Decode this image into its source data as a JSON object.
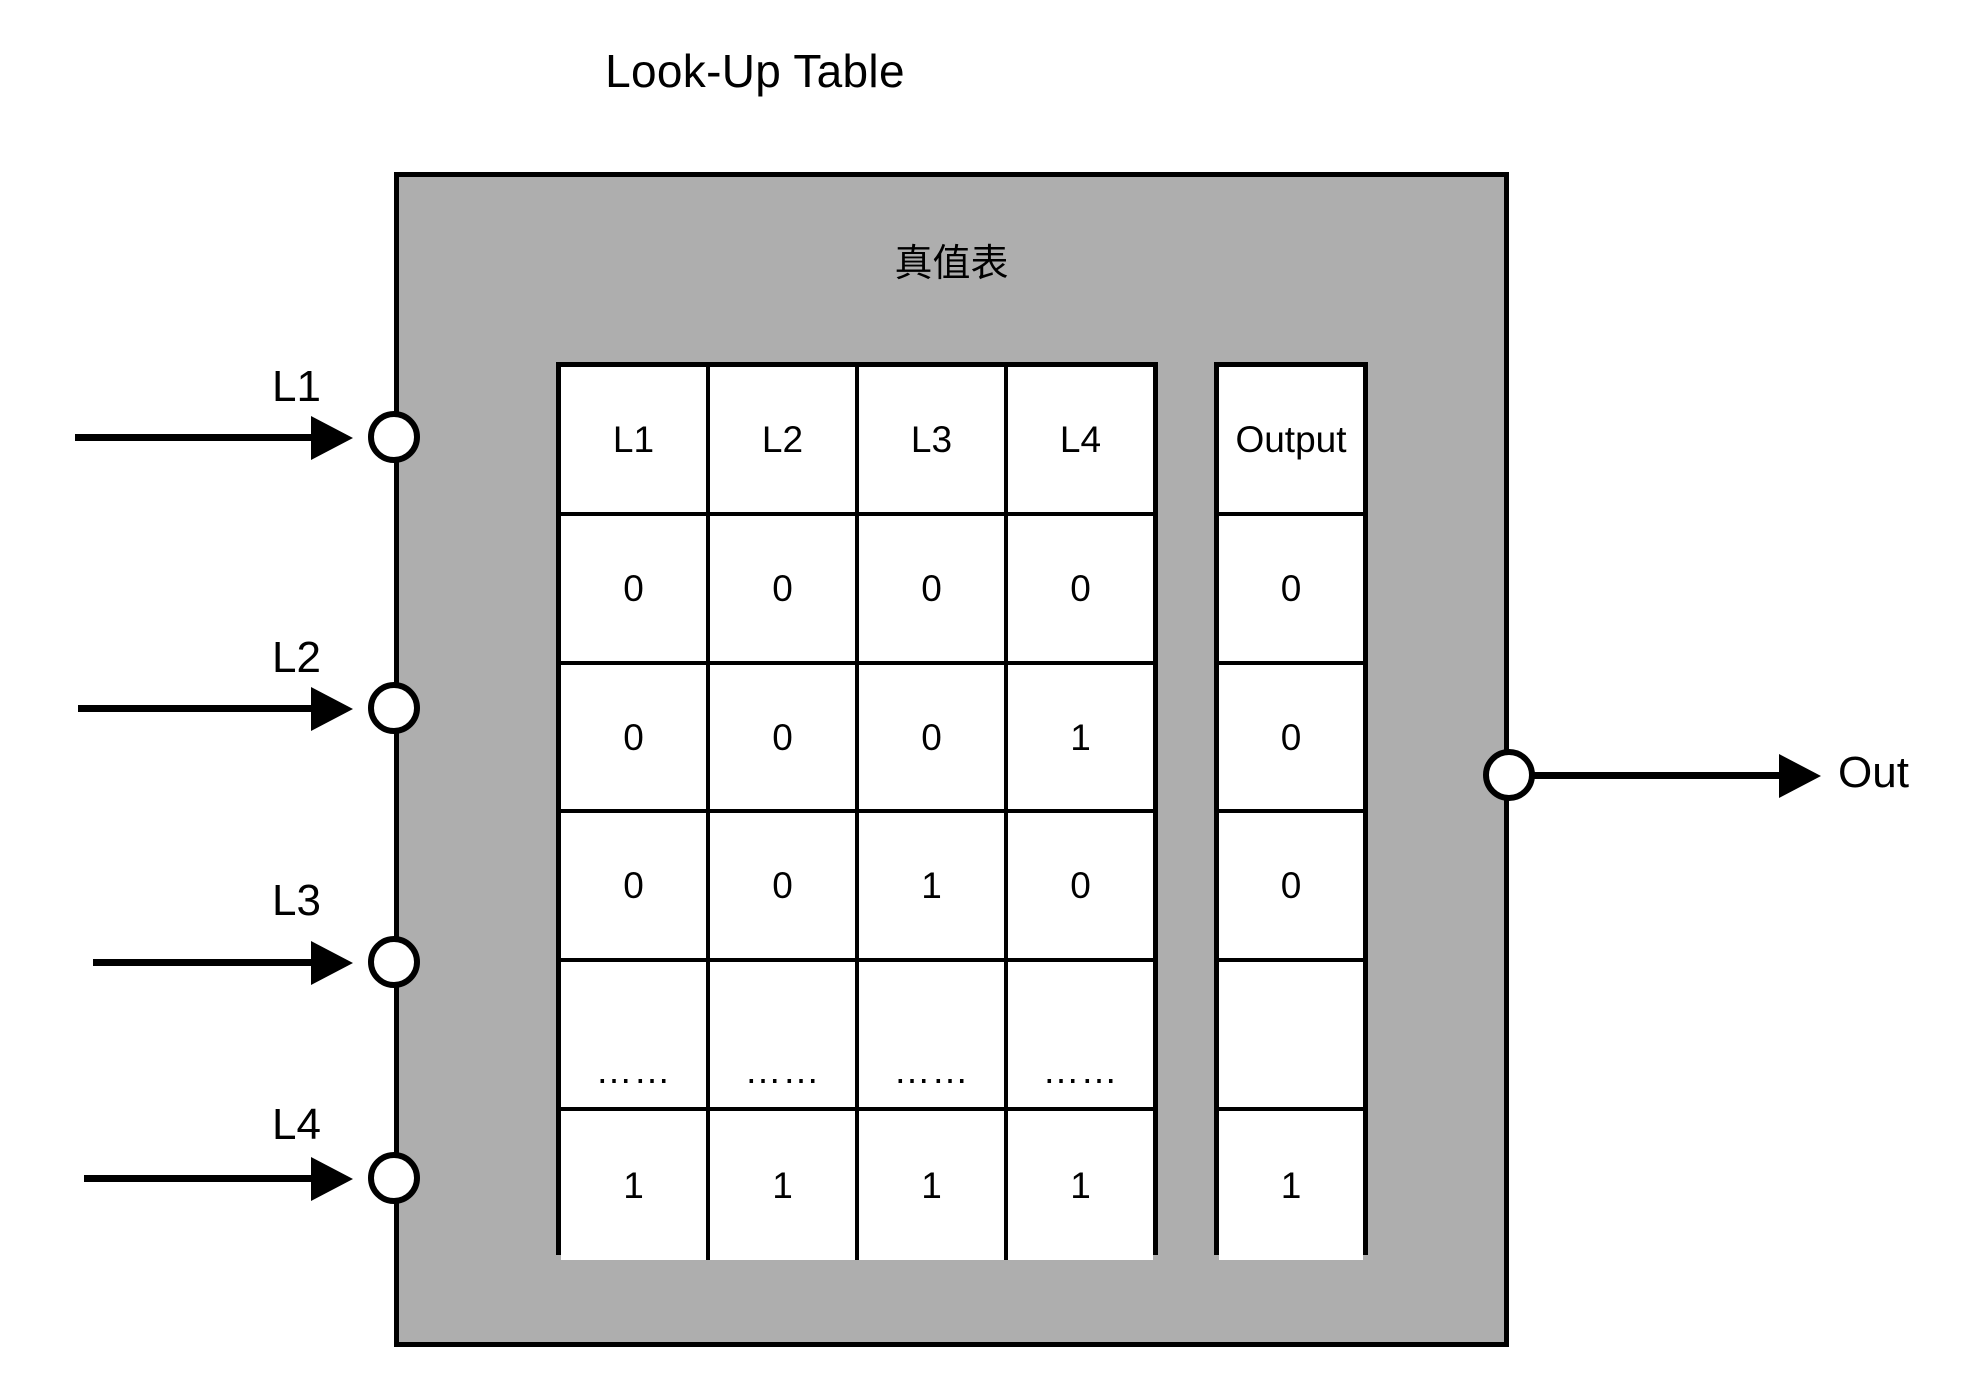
{
  "diagram": {
    "title": "Look-Up Table",
    "subtitle": "真值表",
    "body_fill": "#aeaeae",
    "line_color": "#000000"
  },
  "inputs": [
    {
      "label": "L1"
    },
    {
      "label": "L2"
    },
    {
      "label": "L3"
    },
    {
      "label": "L4"
    }
  ],
  "output": {
    "label": "Out"
  },
  "truth_table": {
    "input_headers": [
      "L1",
      "L2",
      "L3",
      "L4"
    ],
    "output_header": "Output",
    "rows": [
      {
        "inputs": [
          "0",
          "0",
          "0",
          "0"
        ],
        "output": "0"
      },
      {
        "inputs": [
          "0",
          "0",
          "0",
          "1"
        ],
        "output": "0"
      },
      {
        "inputs": [
          "0",
          "0",
          "1",
          "0"
        ],
        "output": "0"
      },
      {
        "inputs": [
          "……",
          "……",
          "……",
          "……"
        ],
        "output": ""
      },
      {
        "inputs": [
          "1",
          "1",
          "1",
          "1"
        ],
        "output": "1"
      }
    ]
  }
}
